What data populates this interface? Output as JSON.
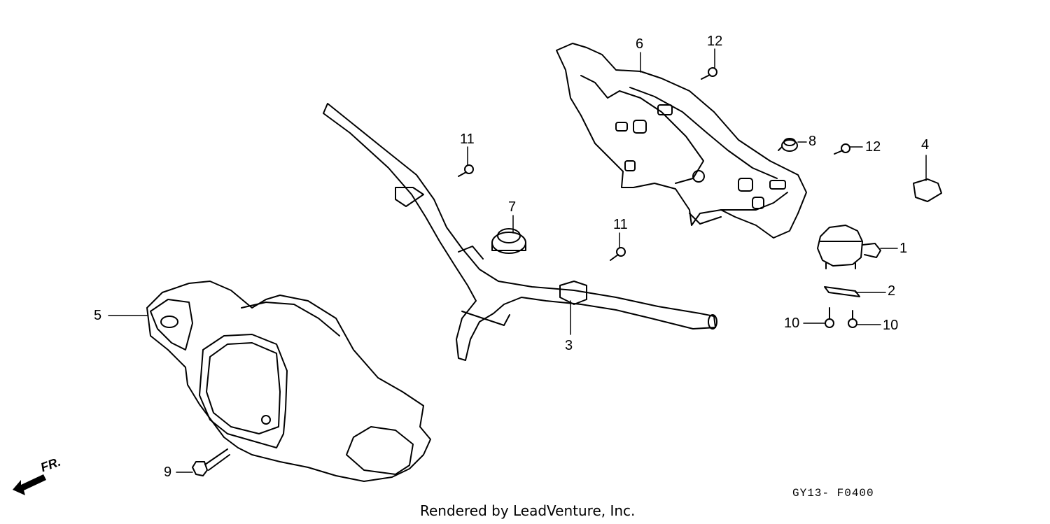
{
  "callouts": {
    "c1": "1",
    "c2": "2",
    "c3": "3",
    "c4": "4",
    "c5": "5",
    "c6": "6",
    "c7": "7",
    "c8": "8",
    "c9": "9",
    "c10a": "10",
    "c10b": "10",
    "c11a": "11",
    "c11b": "11",
    "c12a": "12",
    "c12b": "12"
  },
  "direction_label": "FR.",
  "diagram_code": "GY13- F0400",
  "credit": "Rendered by LeadVenture, Inc."
}
